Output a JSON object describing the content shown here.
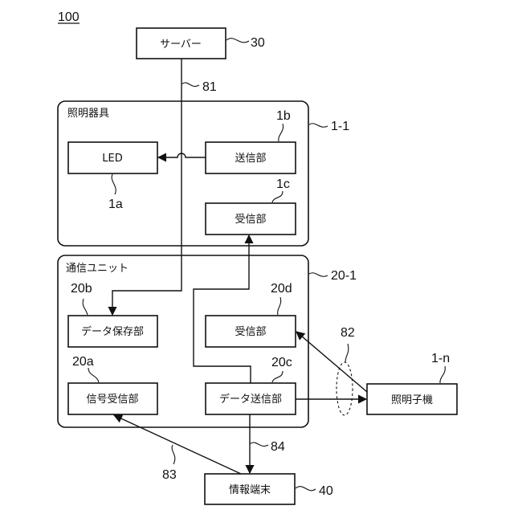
{
  "figure": {
    "system_ref": "100"
  },
  "server": {
    "label": "サーバー",
    "ref": "30"
  },
  "links": {
    "server_link_ref": "81",
    "wireless_ref": "82",
    "terminal_to_signal_ref": "83",
    "unit_to_terminal_ref": "84"
  },
  "lighting_fixture": {
    "title": "照明器具",
    "ref": "1-1",
    "led": {
      "label": "LED",
      "ref": "1a"
    },
    "transmitter": {
      "label": "送信部",
      "ref": "1b"
    },
    "receiver": {
      "label": "受信部",
      "ref": "1c"
    }
  },
  "comm_unit": {
    "title": "通信ユニット",
    "ref": "20-1",
    "data_storage": {
      "label": "データ保存部",
      "ref": "20b"
    },
    "receiver": {
      "label": "受信部",
      "ref": "20d"
    },
    "signal_receiver": {
      "label": "信号受信部",
      "ref": "20a"
    },
    "data_transmitter": {
      "label": "データ送信部",
      "ref": "20c"
    }
  },
  "child_light": {
    "label": "照明子機",
    "ref": "1-n"
  },
  "info_terminal": {
    "label": "情報端末",
    "ref": "40"
  }
}
